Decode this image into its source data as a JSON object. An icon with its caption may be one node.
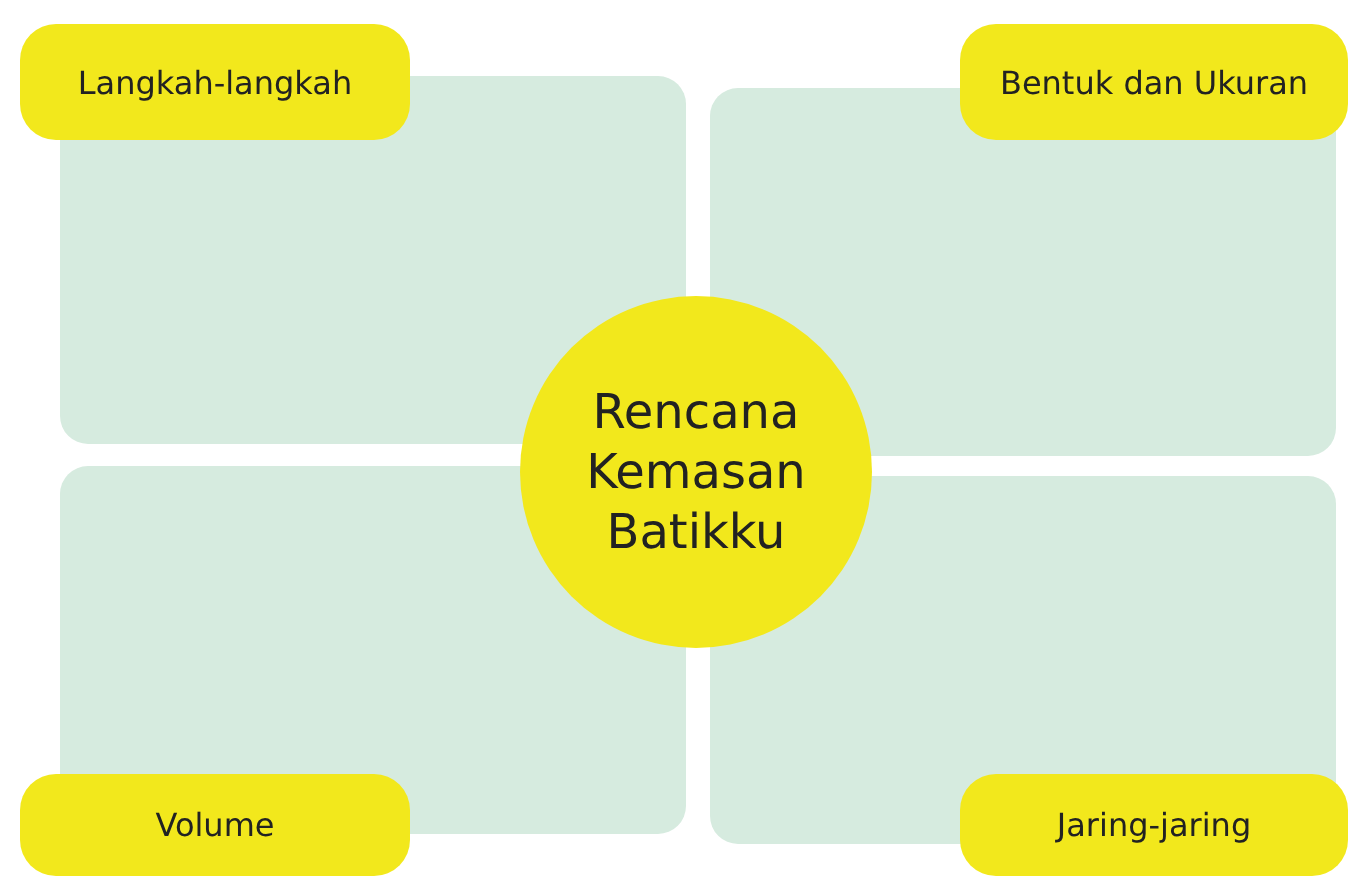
{
  "diagram": {
    "nodes": [
      {
        "text": [
          "Langkah-langkah"
        ]
      },
      {
        "text": [
          "Bentuk dan Ukuran"
        ]
      },
      {
        "text": [
          "Rencana Kemasan Batikku"
        ]
      },
      {
        "text": [
          "Volume"
        ]
      },
      {
        "text": [
          "Jaring-jaring"
        ]
      }
    ]
  }
}
